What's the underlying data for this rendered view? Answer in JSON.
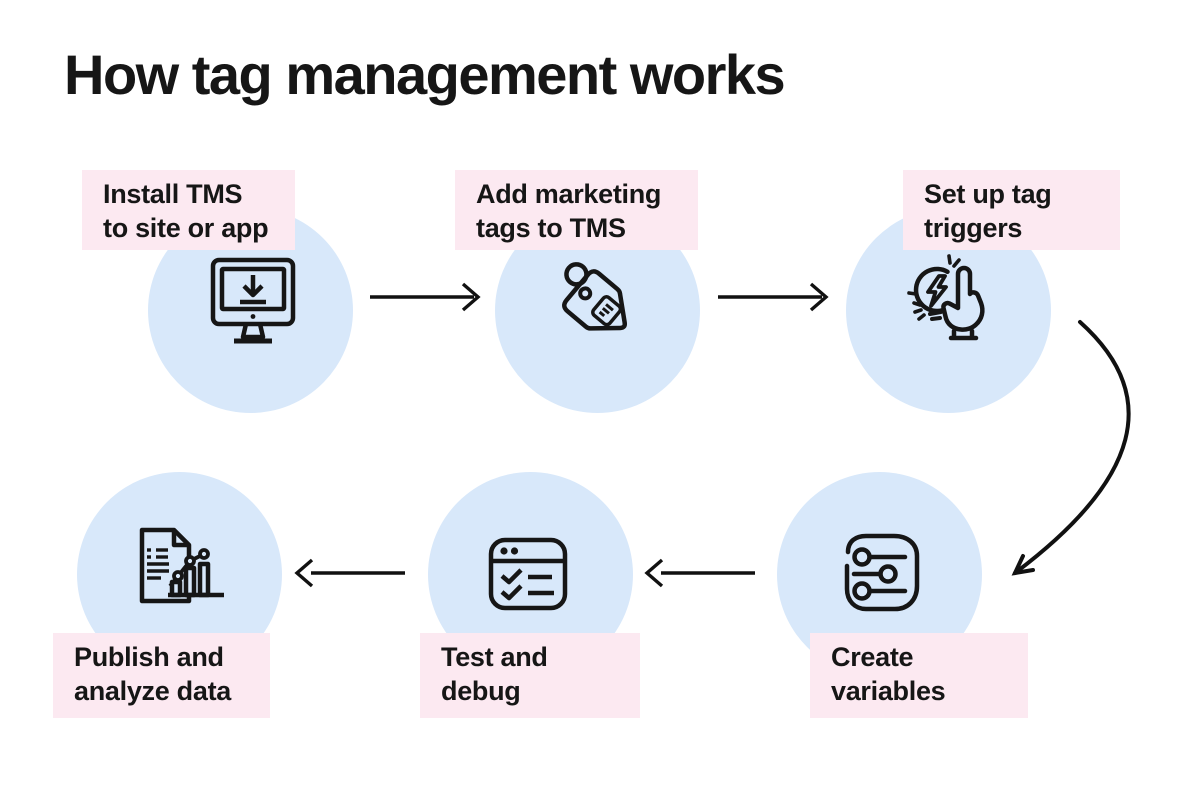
{
  "title": "How tag management works",
  "colors": {
    "background": "#ffffff",
    "circle_fill": "#d8e8fa",
    "label_fill": "#fce9f1",
    "ink": "#161616"
  },
  "steps": [
    {
      "name": "install-tms",
      "line1": "Install TMS",
      "line2": "to site or app",
      "icon": "monitor-download-icon"
    },
    {
      "name": "add-marketing-tags",
      "line1": "Add marketing",
      "line2": "tags to TMS",
      "icon": "price-tag-icon"
    },
    {
      "name": "set-up-tag-triggers",
      "line1": "Set up tag",
      "line2": "triggers",
      "icon": "tap-lightning-icon"
    },
    {
      "name": "create-variables",
      "line1": "Create",
      "line2": "variables",
      "icon": "sliders-icon"
    },
    {
      "name": "test-and-debug",
      "line1": "Test and",
      "line2": "debug",
      "icon": "checklist-window-icon"
    },
    {
      "name": "publish-analyze-data",
      "line1": "Publish and",
      "line2": "analyze data",
      "icon": "document-chart-icon"
    }
  ]
}
